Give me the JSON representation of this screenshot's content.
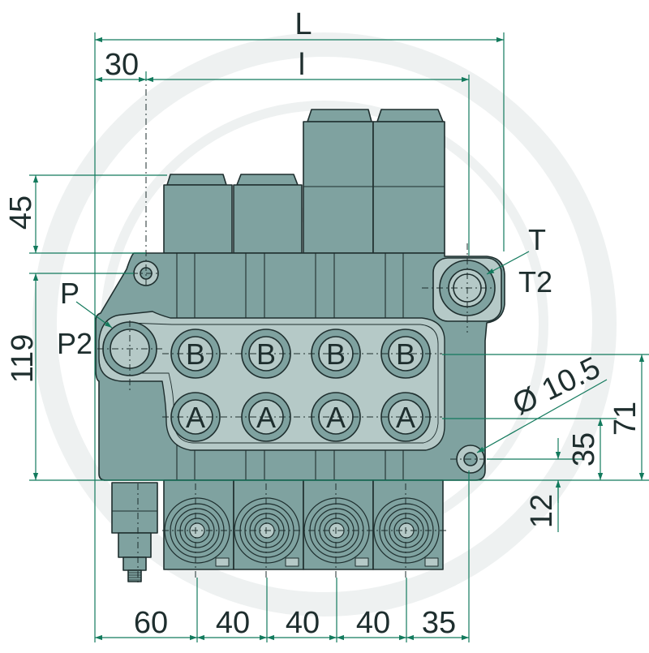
{
  "colors": {
    "dimension": "#137a5d",
    "body": "#7fa2a0",
    "body_light": "#b5c9c7",
    "outline": "#1e2e2e",
    "centerline": "#1e2e2e",
    "watermark": "#eef1f1"
  },
  "dimensions": {
    "overall_length": "L",
    "offset_30": "30",
    "inner_length": "l",
    "height_45": "45",
    "height_119": "119",
    "height_71": "71",
    "height_35": "35",
    "height_12": "12",
    "bottom_60": "60",
    "bottom_40_a": "40",
    "bottom_40_b": "40",
    "bottom_40_c": "40",
    "bottom_35": "35",
    "hole_diameter": "Ø 10.5"
  },
  "ports": {
    "pressure": "P",
    "pressure_2": "P2",
    "tank": "T",
    "tank_2": "T2",
    "work_b": [
      "B",
      "B",
      "B",
      "B"
    ],
    "work_a": [
      "A",
      "A",
      "A",
      "A"
    ]
  }
}
